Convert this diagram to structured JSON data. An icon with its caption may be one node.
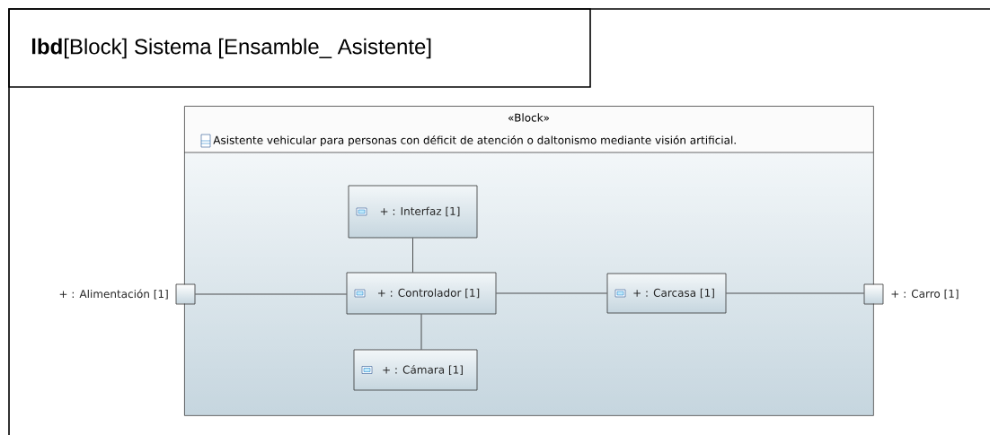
{
  "diagram": {
    "title": "**lbd**[Block] Sistema [Ensamble_ Asistente]",
    "nodes": [
      {
        "text": [
          "«Block»",
          "Asistente vehicular para personas con déficit de atención o daltonismo mediante visión artificial."
        ]
      },
      {
        "text": [
          "+ : Interfaz [1]"
        ],
        "in": 0
      },
      {
        "text": [
          "+ : Controlador [1]"
        ],
        "in": 0
      },
      {
        "text": [
          "+ : Cámara [1]"
        ],
        "in": 0
      },
      {
        "text": [
          "+ : Carcasa [1]"
        ],
        "in": 0
      },
      {
        "text": [],
        "shape": "box",
        "beside": [
          "+ : Alimentación [1]"
        ]
      },
      {
        "text": [],
        "shape": "box",
        "beside": [
          "+ : Carro [1]"
        ]
      }
    ],
    "edges": [
      {
        "from": 1,
        "to": 2,
        "arrow": "none"
      },
      {
        "from": 5,
        "to": 2,
        "arrow": "none"
      },
      {
        "from": 2,
        "to": 3,
        "arrow": "none"
      },
      {
        "from": 2,
        "to": 4,
        "arrow": "none"
      },
      {
        "from": 4,
        "to": 6,
        "arrow": "none"
      }
    ]
  }
}
